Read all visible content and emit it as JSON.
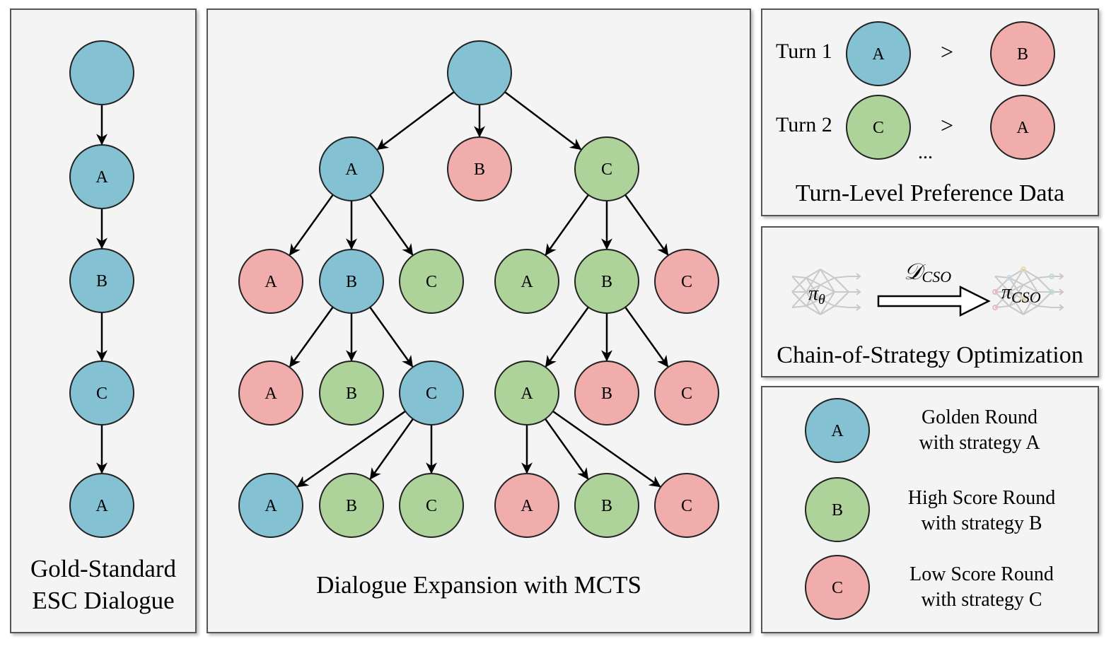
{
  "colors": {
    "golden": "#84c2d3",
    "high": "#aed39a",
    "low": "#f0adab",
    "panel_bg": "#f4f4f4",
    "stroke": "#222222"
  },
  "gold_standard": {
    "title_line1": "Gold-Standard",
    "title_line2": "ESC Dialogue",
    "nodes": [
      {
        "label": "",
        "type": "golden"
      },
      {
        "label": "A",
        "type": "golden"
      },
      {
        "label": "B",
        "type": "golden"
      },
      {
        "label": "C",
        "type": "golden"
      },
      {
        "label": "A",
        "type": "golden"
      }
    ]
  },
  "mcts": {
    "title": "Dialogue Expansion with MCTS",
    "nodes": [
      {
        "id": "root",
        "label": "",
        "type": "golden"
      },
      {
        "id": "l1a",
        "label": "A",
        "type": "golden"
      },
      {
        "id": "l1b",
        "label": "B",
        "type": "low"
      },
      {
        "id": "l1c",
        "label": "C",
        "type": "high"
      },
      {
        "id": "l2a1",
        "label": "A",
        "type": "low"
      },
      {
        "id": "l2b1",
        "label": "B",
        "type": "golden"
      },
      {
        "id": "l2c1",
        "label": "C",
        "type": "high"
      },
      {
        "id": "l2a2",
        "label": "A",
        "type": "high"
      },
      {
        "id": "l2b2",
        "label": "B",
        "type": "high"
      },
      {
        "id": "l2c2",
        "label": "C",
        "type": "low"
      },
      {
        "id": "l3a1",
        "label": "A",
        "type": "low"
      },
      {
        "id": "l3b1",
        "label": "B",
        "type": "high"
      },
      {
        "id": "l3c1",
        "label": "C",
        "type": "golden"
      },
      {
        "id": "l3a2",
        "label": "A",
        "type": "high"
      },
      {
        "id": "l3b2",
        "label": "B",
        "type": "low"
      },
      {
        "id": "l3c2",
        "label": "C",
        "type": "low"
      },
      {
        "id": "l4a1",
        "label": "A",
        "type": "golden"
      },
      {
        "id": "l4b1",
        "label": "B",
        "type": "high"
      },
      {
        "id": "l4c1",
        "label": "C",
        "type": "high"
      },
      {
        "id": "l4a2",
        "label": "A",
        "type": "low"
      },
      {
        "id": "l4b2",
        "label": "B",
        "type": "high"
      },
      {
        "id": "l4c2",
        "label": "C",
        "type": "low"
      }
    ],
    "edges": [
      [
        "root",
        "l1a"
      ],
      [
        "root",
        "l1b"
      ],
      [
        "root",
        "l1c"
      ],
      [
        "l1a",
        "l2a1"
      ],
      [
        "l1a",
        "l2b1"
      ],
      [
        "l1a",
        "l2c1"
      ],
      [
        "l1c",
        "l2a2"
      ],
      [
        "l1c",
        "l2b2"
      ],
      [
        "l1c",
        "l2c2"
      ],
      [
        "l2b1",
        "l3a1"
      ],
      [
        "l2b1",
        "l3b1"
      ],
      [
        "l2b1",
        "l3c1"
      ],
      [
        "l2b2",
        "l3a2"
      ],
      [
        "l2b2",
        "l3b2"
      ],
      [
        "l2b2",
        "l3c2"
      ],
      [
        "l3c1",
        "l4a1"
      ],
      [
        "l3c1",
        "l4b1"
      ],
      [
        "l3c1",
        "l4c1"
      ],
      [
        "l3a2",
        "l4a2"
      ],
      [
        "l3a2",
        "l4b2"
      ],
      [
        "l3a2",
        "l4c2"
      ]
    ]
  },
  "preference": {
    "title": "Turn-Level Preference Data",
    "rows": [
      {
        "turn": "Turn 1",
        "chosen": {
          "label": "A",
          "type": "golden"
        },
        "op": ">",
        "rejected": {
          "label": "B",
          "type": "low"
        }
      },
      {
        "turn": "Turn 2",
        "chosen": {
          "label": "C",
          "type": "high"
        },
        "op": ">",
        "rejected": {
          "label": "A",
          "type": "low"
        }
      }
    ],
    "ellipsis": "..."
  },
  "cso": {
    "title": "Chain-of-Strategy Optimization",
    "source_model": "π",
    "source_sub": "θ",
    "target_model": "π",
    "target_sub": "CSO",
    "dataset_label": "𝒟",
    "dataset_sub": "CSO"
  },
  "legend": {
    "items": [
      {
        "label": "A",
        "type": "golden",
        "line1": "Golden Round",
        "line2": "with strategy A"
      },
      {
        "label": "B",
        "type": "high",
        "line1": "High Score Round",
        "line2": "with strategy B"
      },
      {
        "label": "C",
        "type": "low",
        "line1": "Low Score Round",
        "line2": "with strategy C"
      }
    ]
  }
}
